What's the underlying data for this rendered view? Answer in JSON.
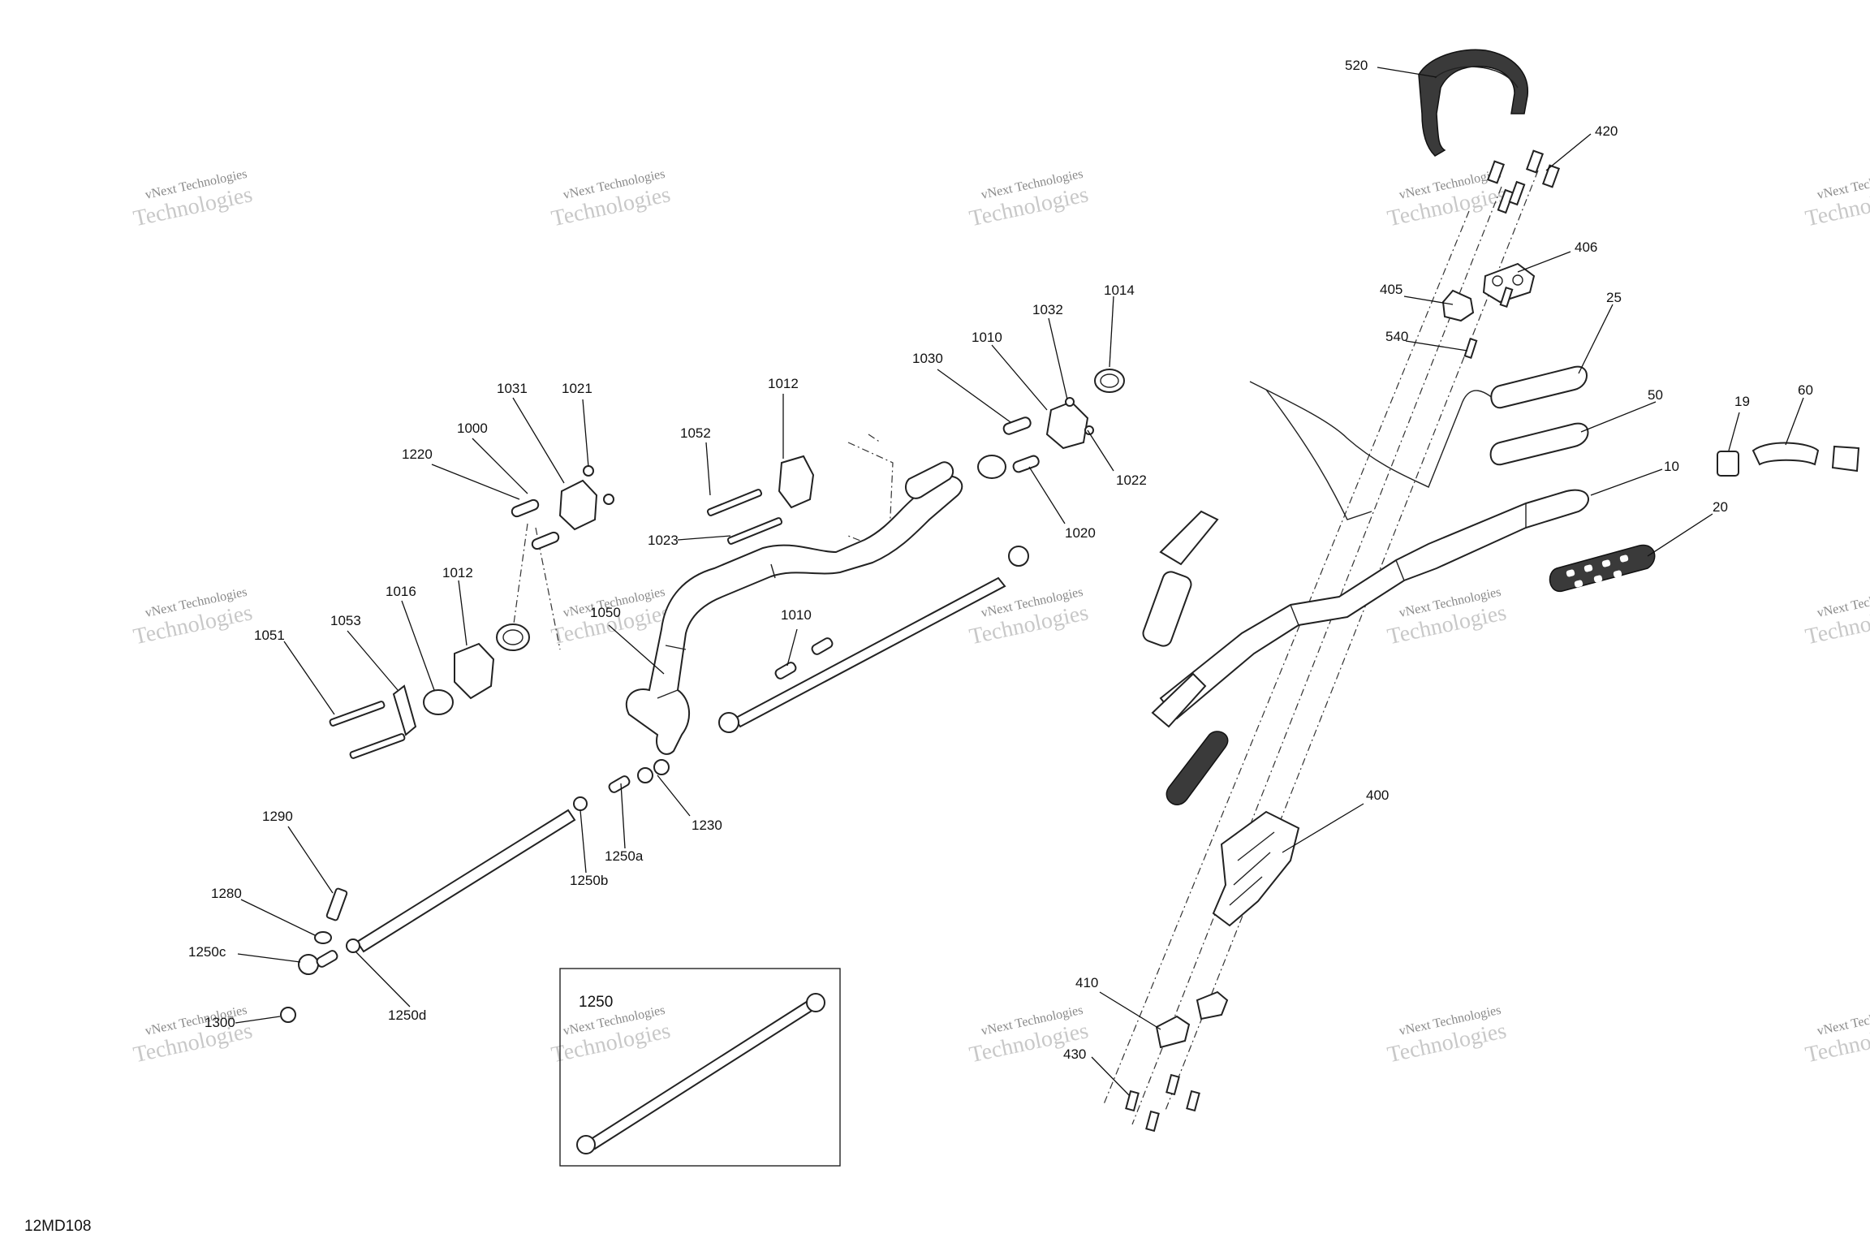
{
  "diagram": {
    "id": "12MD108",
    "watermark": {
      "line1": "vNext Technologies",
      "line2": "Technologies"
    },
    "inset_label": "1250",
    "callouts": [
      "520",
      "420",
      "406",
      "405",
      "540",
      "25",
      "50",
      "10",
      "19",
      "60",
      "20",
      "1014",
      "1032",
      "1010",
      "1030",
      "1022",
      "1020",
      "1012",
      "1052",
      "1023",
      "1050",
      "1010",
      "1031",
      "1021",
      "1000",
      "1220",
      "1012",
      "1016",
      "1053",
      "1051",
      "1230",
      "1250a",
      "1250b",
      "1290",
      "1280",
      "1250c",
      "1250d",
      "1300",
      "400",
      "410",
      "430"
    ]
  }
}
